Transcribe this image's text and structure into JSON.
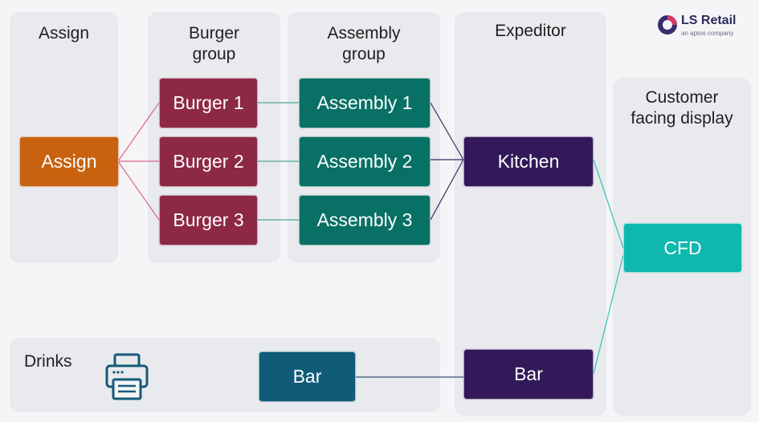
{
  "logo": {
    "name": "LS Retail",
    "tagline": "an aptos company"
  },
  "panels": {
    "assign": "Assign",
    "burger_group": "Burger\ngroup",
    "assembly_group": "Assembly\ngroup",
    "expeditor": "Expeditor",
    "customer_display": "Customer\nfacing display",
    "drinks": "Drinks"
  },
  "nodes": {
    "assign": "Assign",
    "burger1": "Burger 1",
    "burger2": "Burger 2",
    "burger3": "Burger 3",
    "assembly1": "Assembly 1",
    "assembly2": "Assembly 2",
    "assembly3": "Assembly 3",
    "kitchen": "Kitchen",
    "drinks_bar": "Bar",
    "expeditor_bar": "Bar",
    "cfd": "CFD"
  },
  "colors": {
    "assign": "#c8620f",
    "burger": "#8d2846",
    "assembly": "#087064",
    "kitchen": "#33195a",
    "bar": "#105b78",
    "cfd": "#0fb8ae"
  },
  "icons": {
    "printer": "printer-icon",
    "logo": "ls-retail-logo-icon"
  }
}
